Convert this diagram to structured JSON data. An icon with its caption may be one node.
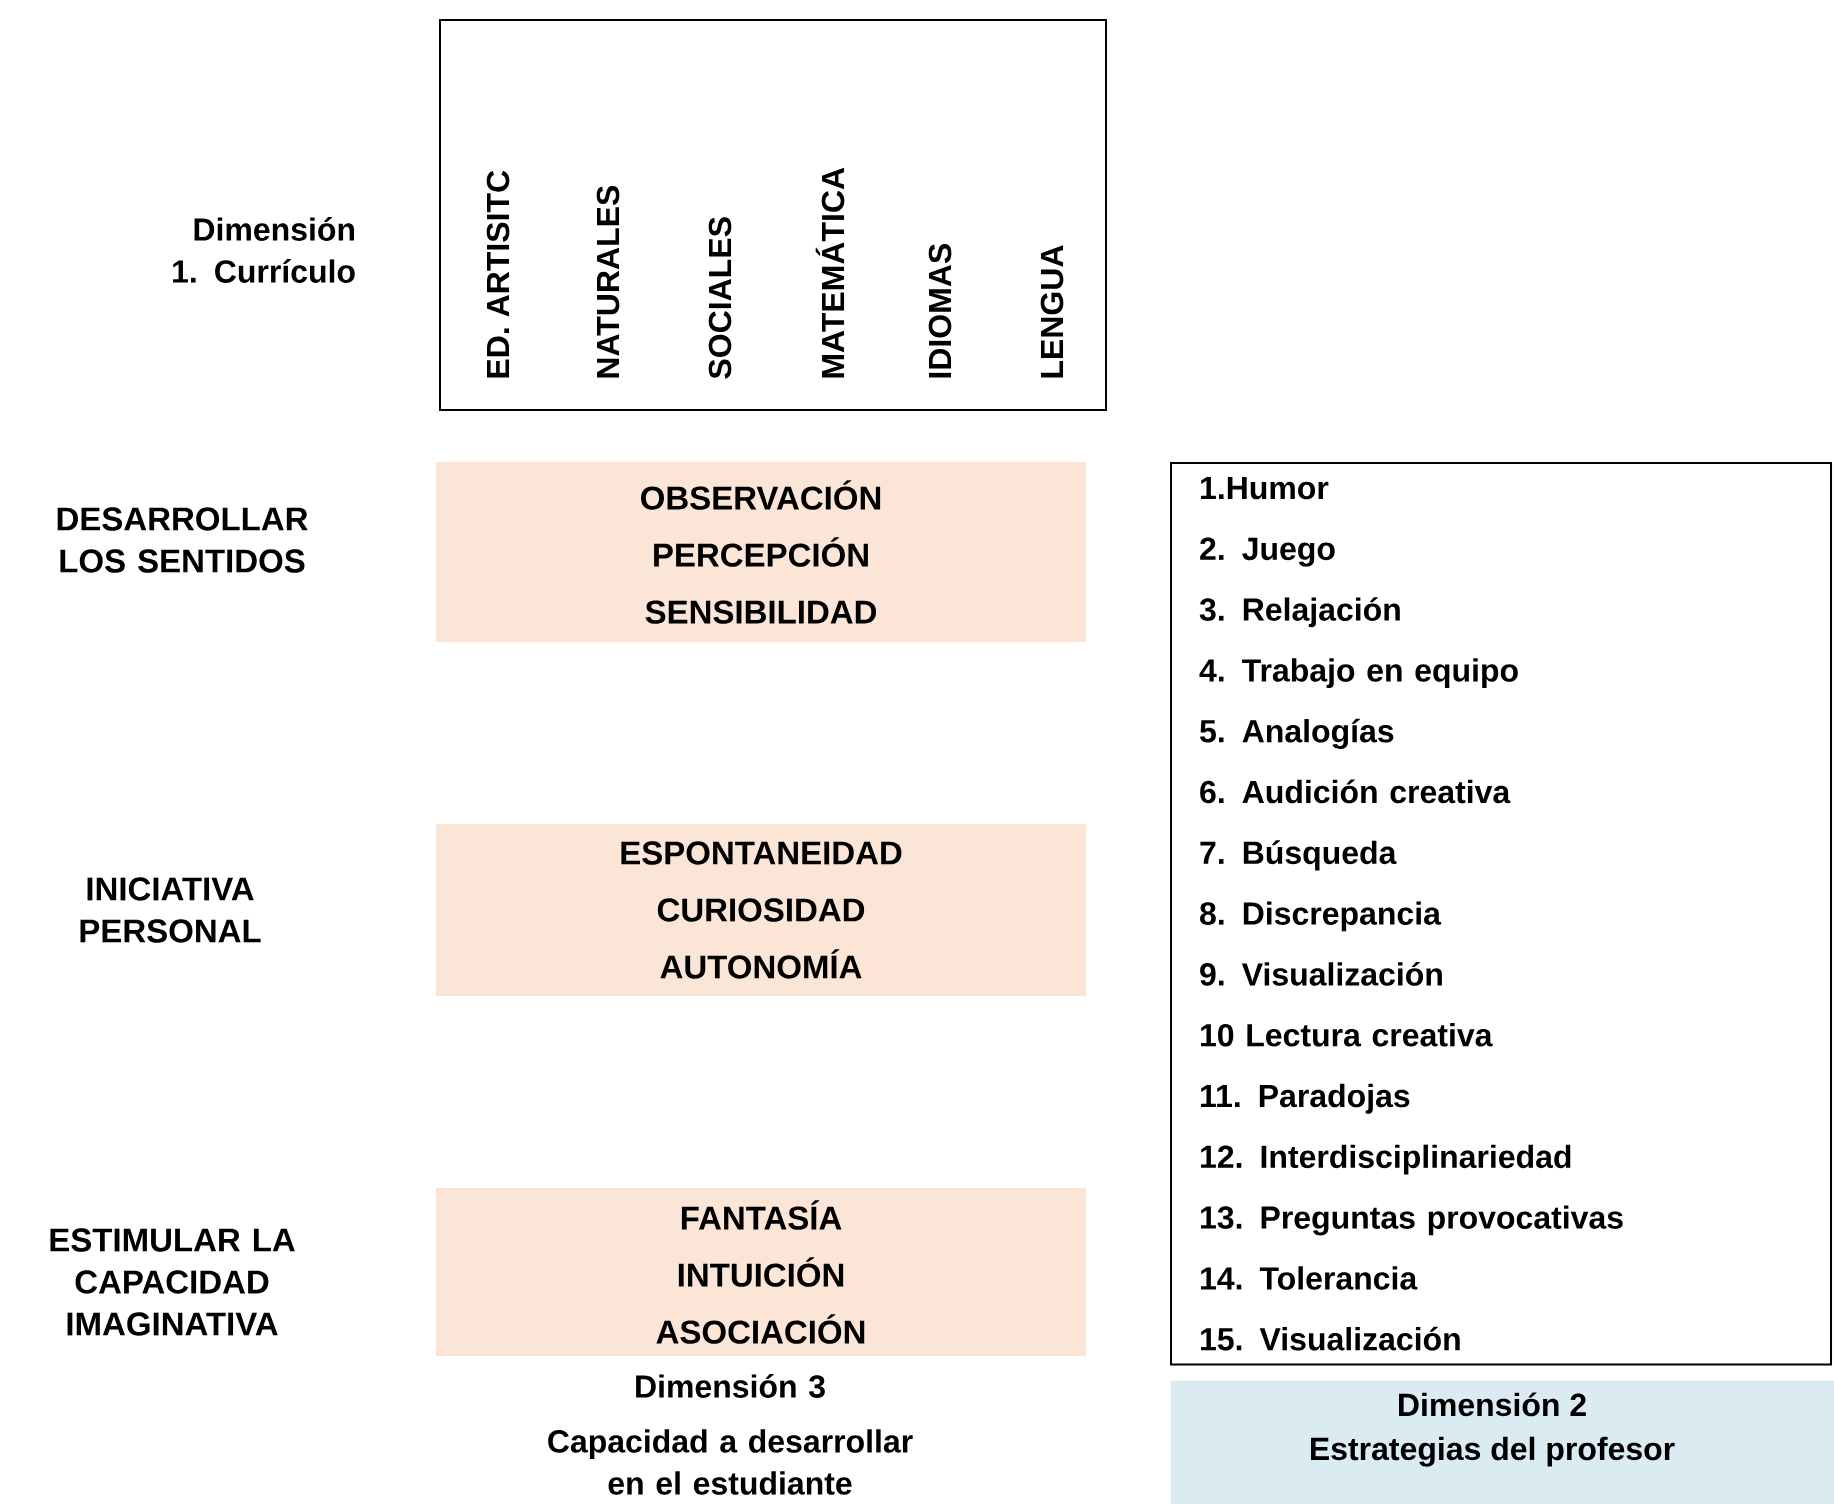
{
  "diagram": {
    "nodes": [
      {
        "text": [
          "ED. ARTISITC",
          "NATURALES",
          "SOCIALES",
          "MATEMÁTICA",
          "IDIOMAS",
          "LENGUA"
        ]
      },
      {
        "text": [
          "OBSERVACIÓN",
          "PERCEPCIÓN",
          "SENSIBILIDAD"
        ]
      },
      {
        "text": [
          "ESPONTANEIDAD",
          "CURIOSIDAD",
          "AUTONOMÍA"
        ]
      },
      {
        "text": [
          "FANTASÍA",
          "INTUICIÓN",
          "ASOCIACIÓN"
        ]
      },
      {
        "text": [
          "1.Humor",
          "2. Juego",
          "3. Relajación",
          "4. Trabajo en equipo",
          "5. Analogías",
          "6. Audición creativa",
          "7. Búsqueda",
          "8. Discrepancia",
          "9. Visualización",
          "10 Lectura  creativa",
          "11. Paradojas",
          "12.  Interdisciplinariedad",
          "13. Preguntas provocativas",
          "14. Tolerancia",
          "15. Visualización"
        ]
      },
      {
        "text": [
          "Dimensión 2",
          "Estrategias del profesor"
        ]
      }
    ],
    "labels": [
      "Dimensión 1. Currículo",
      "DESARROLLAR LOS SENTIDOS",
      "INICIATIVA PERSONAL",
      "ESTIMULAR LA CAPACIDAD IMAGINATIVA",
      "Dimensión 3",
      "Capacidad a desarrollar en el estudiante"
    ]
  }
}
